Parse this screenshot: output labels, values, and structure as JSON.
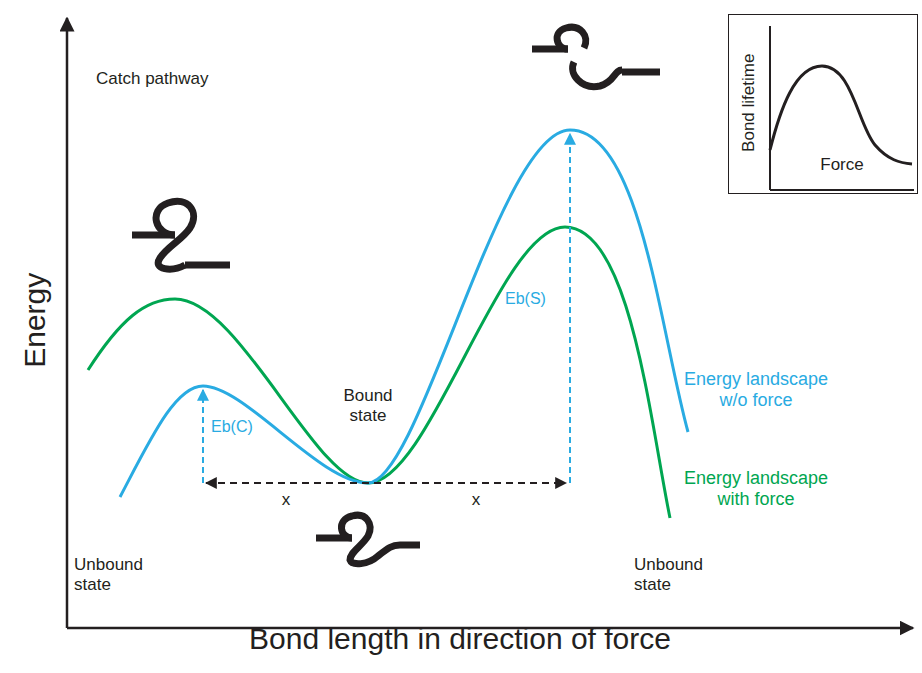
{
  "diagram": {
    "nodes": [
      {
        "text": [
          "Bond lifetime",
          "Force"
        ]
      }
    ],
    "labels": [
      "Catch pathway",
      "Energy",
      "Bond length in direction of force",
      "Bound state",
      "Unbound state",
      "Unbound state",
      "Eb(C)",
      "Eb(S)",
      "x",
      "x",
      "Energy landscape w/o force",
      "Energy landscape with force"
    ]
  }
}
